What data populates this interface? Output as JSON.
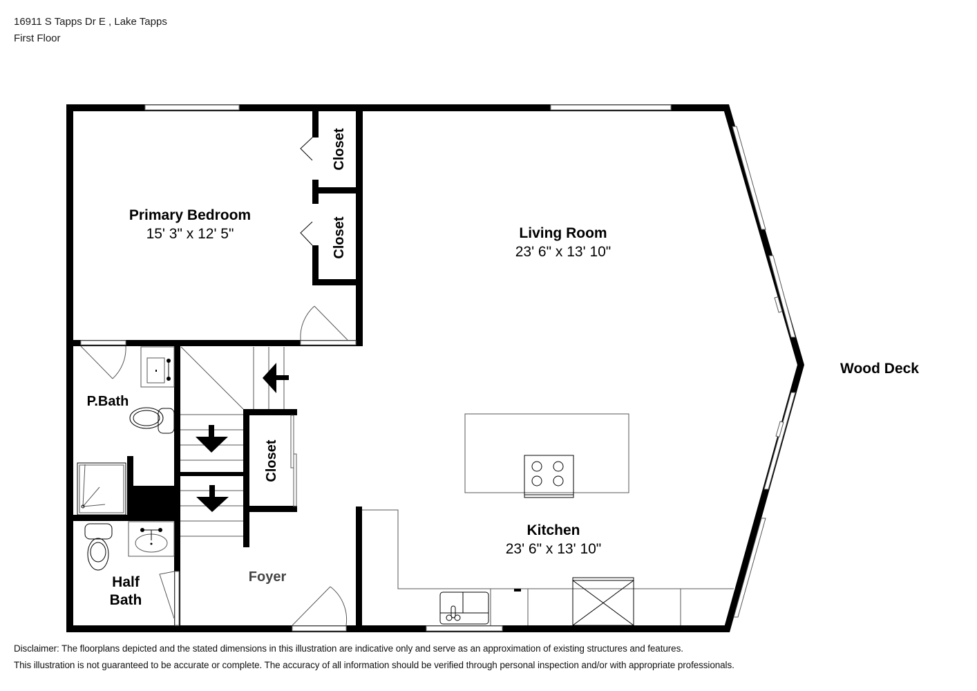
{
  "header": {
    "address": "16911 S Tapps Dr E , Lake Tapps",
    "floor": "First Floor"
  },
  "rooms": {
    "primary_bedroom": {
      "name": "Primary Bedroom",
      "dims": "15' 3\" x 12' 5\""
    },
    "living_room": {
      "name": "Living Room",
      "dims": "23' 6\" x 13' 10\""
    },
    "kitchen": {
      "name": "Kitchen",
      "dims": "23' 6\" x 13' 10\""
    },
    "p_bath": {
      "name": "P.Bath"
    },
    "half_bath": {
      "line1": "Half",
      "line2": "Bath"
    },
    "foyer": {
      "name": "Foyer"
    },
    "closet_1": {
      "name": "Closet"
    },
    "closet_2": {
      "name": "Closet"
    },
    "closet_3": {
      "name": "Closet"
    },
    "wood_deck": {
      "name": "Wood Deck"
    }
  },
  "disclaimer": {
    "line1": "Disclaimer: The floorplans depicted and the stated dimensions in this illustration are indicative only and serve as an approximation of existing structures and features.",
    "line2": "This illustration is not guaranteed to be accurate or complete. The accuracy of all information should be verified through personal inspection and/or with appropriate professionals."
  }
}
